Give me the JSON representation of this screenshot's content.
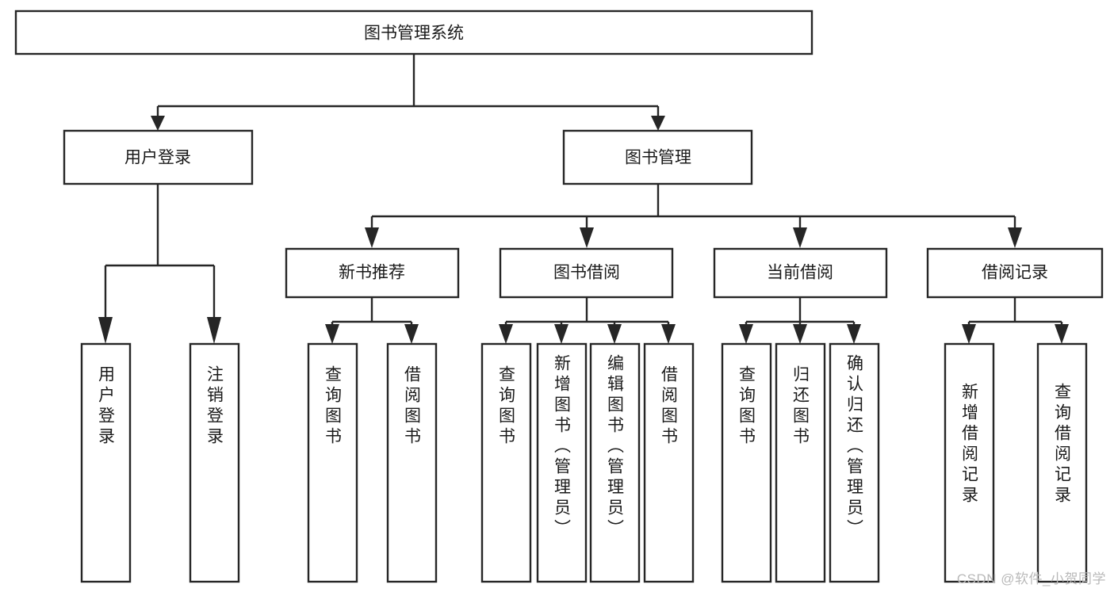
{
  "diagram": {
    "type": "tree-hierarchy-flowchart",
    "title": "图书管理系统",
    "orientation": "top-down",
    "watermark": "CSDN @软件_小贺同学",
    "nodes": {
      "root": {
        "id": "root",
        "label": "图书管理系统",
        "level": 0,
        "text_direction": "horizontal"
      },
      "l1": [
        {
          "id": "user-login",
          "label": "用户登录",
          "level": 1,
          "text_direction": "horizontal"
        },
        {
          "id": "book-manage",
          "label": "图书管理",
          "level": 1,
          "text_direction": "horizontal"
        }
      ],
      "l2": [
        {
          "id": "new-book-recommend",
          "label": "新书推荐",
          "level": 2,
          "text_direction": "horizontal",
          "parent": "book-manage"
        },
        {
          "id": "book-borrow",
          "label": "图书借阅",
          "level": 2,
          "text_direction": "horizontal",
          "parent": "book-manage"
        },
        {
          "id": "current-borrow",
          "label": "当前借阅",
          "level": 2,
          "text_direction": "horizontal",
          "parent": "book-manage"
        },
        {
          "id": "borrow-record",
          "label": "借阅记录",
          "level": 2,
          "text_direction": "horizontal",
          "parent": "book-manage"
        }
      ],
      "leaves": [
        {
          "id": "leaf-user-login",
          "label": "用户登录",
          "parent": "user-login",
          "text_direction": "vertical"
        },
        {
          "id": "leaf-logout",
          "label": "注销登录",
          "parent": "user-login",
          "text_direction": "vertical"
        },
        {
          "id": "leaf-query-book-1",
          "label": "查询图书",
          "parent": "new-book-recommend",
          "text_direction": "vertical"
        },
        {
          "id": "leaf-borrow-book-1",
          "label": "借阅图书",
          "parent": "new-book-recommend",
          "text_direction": "vertical"
        },
        {
          "id": "leaf-query-book-2",
          "label": "查询图书",
          "parent": "book-borrow",
          "text_direction": "vertical"
        },
        {
          "id": "leaf-add-book",
          "label": "新增图书（管理员）",
          "parent": "book-borrow",
          "text_direction": "vertical"
        },
        {
          "id": "leaf-edit-book",
          "label": "编辑图书（管理员）",
          "parent": "book-borrow",
          "text_direction": "vertical"
        },
        {
          "id": "leaf-borrow-book-2",
          "label": "借阅图书",
          "parent": "book-borrow",
          "text_direction": "vertical"
        },
        {
          "id": "leaf-query-book-3",
          "label": "查询图书",
          "parent": "current-borrow",
          "text_direction": "vertical"
        },
        {
          "id": "leaf-return-book",
          "label": "归还图书",
          "parent": "current-borrow",
          "text_direction": "vertical"
        },
        {
          "id": "leaf-confirm-return",
          "label": "确认归还（管理员）",
          "parent": "current-borrow",
          "text_direction": "vertical"
        },
        {
          "id": "leaf-add-record",
          "label": "新增借阅记录",
          "parent": "borrow-record",
          "text_direction": "vertical"
        },
        {
          "id": "leaf-query-record",
          "label": "查询借阅记录",
          "parent": "borrow-record",
          "text_direction": "vertical"
        }
      ]
    },
    "colors": {
      "stroke": "#262626",
      "fill": "#ffffff",
      "text": "#1a1a1a",
      "watermark": "#b9b9b9",
      "background": "#ffffff"
    }
  }
}
